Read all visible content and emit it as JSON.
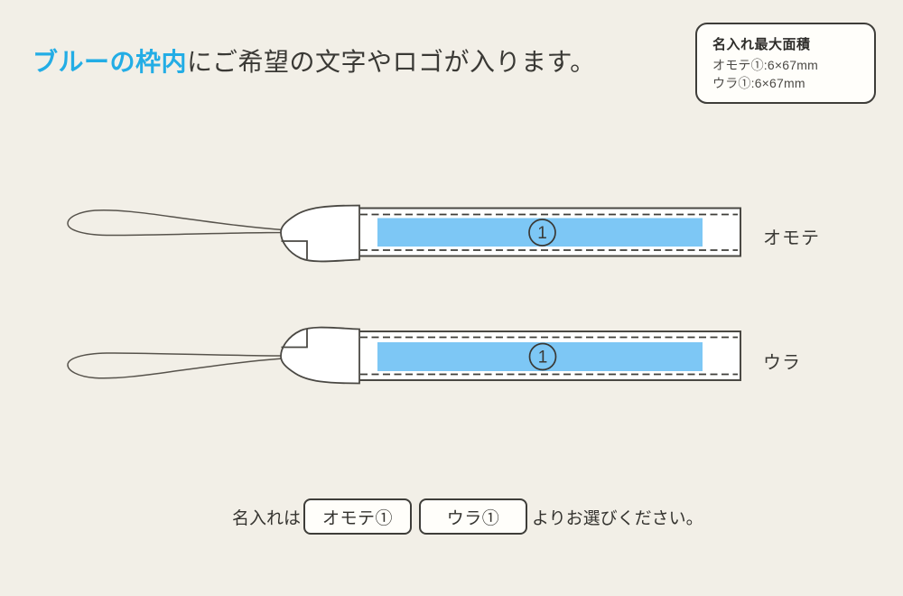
{
  "page": {
    "background": "#f2efe7"
  },
  "header": {
    "highlight": "ブルーの枠内",
    "rest": "にご希望の文字やロゴが入ります。"
  },
  "info_box": {
    "title": "名入れ最大面積",
    "lines": [
      "オモテ①:6×67mm",
      "ウラ①:6×67mm"
    ]
  },
  "straps": [
    {
      "label": "オモテ",
      "area_number": "1"
    },
    {
      "label": "ウラ",
      "area_number": "1"
    }
  ],
  "footer": {
    "prefix": "名入れは",
    "options": [
      "オモテ①",
      "ウラ①"
    ],
    "suffix": "よりお選びください。"
  },
  "colors": {
    "print_area_blue": "#7dc7f5",
    "highlight_blue": "#23ade5",
    "outline": "#4a4843",
    "text": "#3a3935"
  }
}
